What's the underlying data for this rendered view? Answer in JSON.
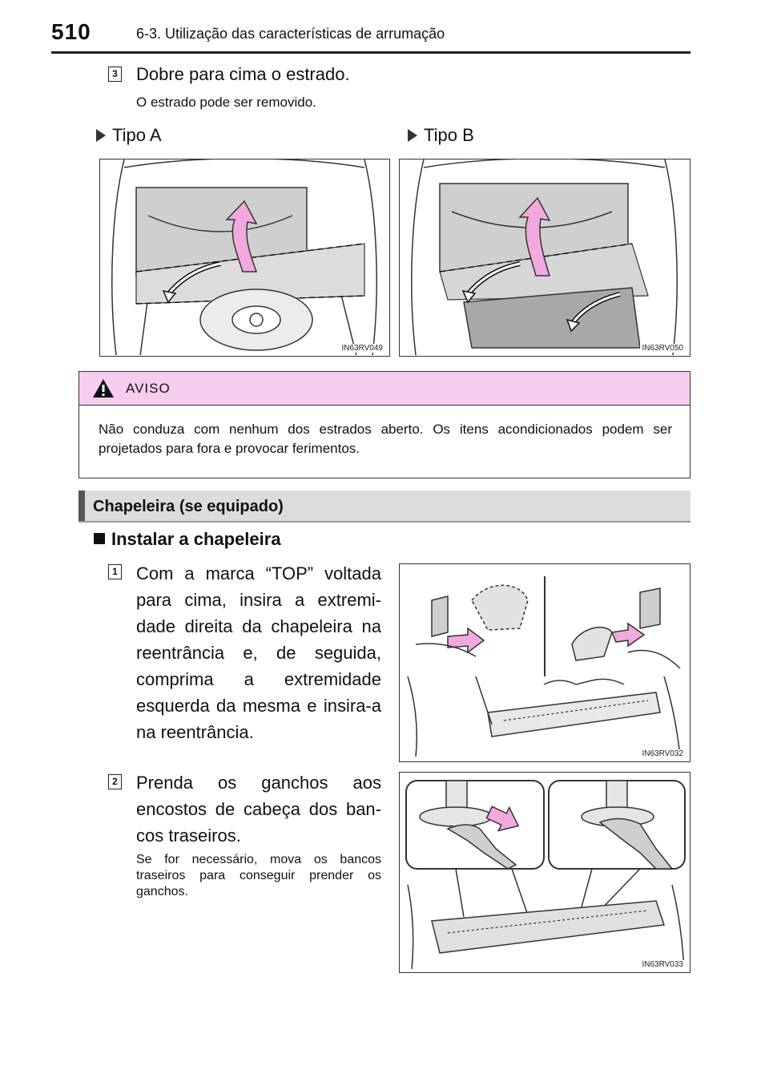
{
  "header": {
    "page_number": "510",
    "section": "6-3. Utilização das características de arrumação"
  },
  "step3": {
    "num": "3",
    "title": "Dobre para cima o estrado.",
    "subtitle": "O estrado pode ser removido."
  },
  "tipos": [
    {
      "label": "Tipo A",
      "fig_code": "IN63RV049"
    },
    {
      "label": "Tipo B",
      "fig_code": "IN63RV050"
    }
  ],
  "aviso": {
    "title": "AVISO",
    "text": "Não conduza com nenhum dos estrados aberto. Os itens acondicionados podem ser projetados para fora e provocar ferimentos."
  },
  "chapeleira": {
    "section_title": "Chapeleira (se equipado)",
    "subheading": "Instalar a chapeleira",
    "steps": [
      {
        "num": "1",
        "text": "Com a marca “TOP” voltada para cima, insira a extremi­dade direita da chapeleira na reentrância e, de seguida, comprima a extremidade esquerda da mesma e insira-­a na reentrância.",
        "fig_code": "IN63RV032"
      },
      {
        "num": "2",
        "text": "Prenda os ganchos aos encostos de cabeça dos ban­cos traseiros.",
        "note": "Se for necessário, mova os ban­cos traseiros para conseguir prender os ganchos.",
        "fig_code": "IN63RV033"
      }
    ]
  },
  "colors": {
    "aviso_bg": "#f6cdef",
    "arrow_pink": "#f2a9dd",
    "section_bar": "#dcdcdc"
  }
}
